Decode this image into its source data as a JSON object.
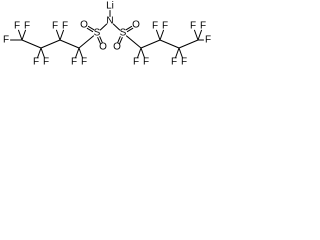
{
  "structure": {
    "ion": {
      "symbol": "Li"
    },
    "center": {
      "symbol": "N"
    },
    "sulfur": {
      "symbol": "S"
    },
    "oxygen": {
      "symbol": "O"
    },
    "fluorine": {
      "symbol": "F"
    }
  }
}
